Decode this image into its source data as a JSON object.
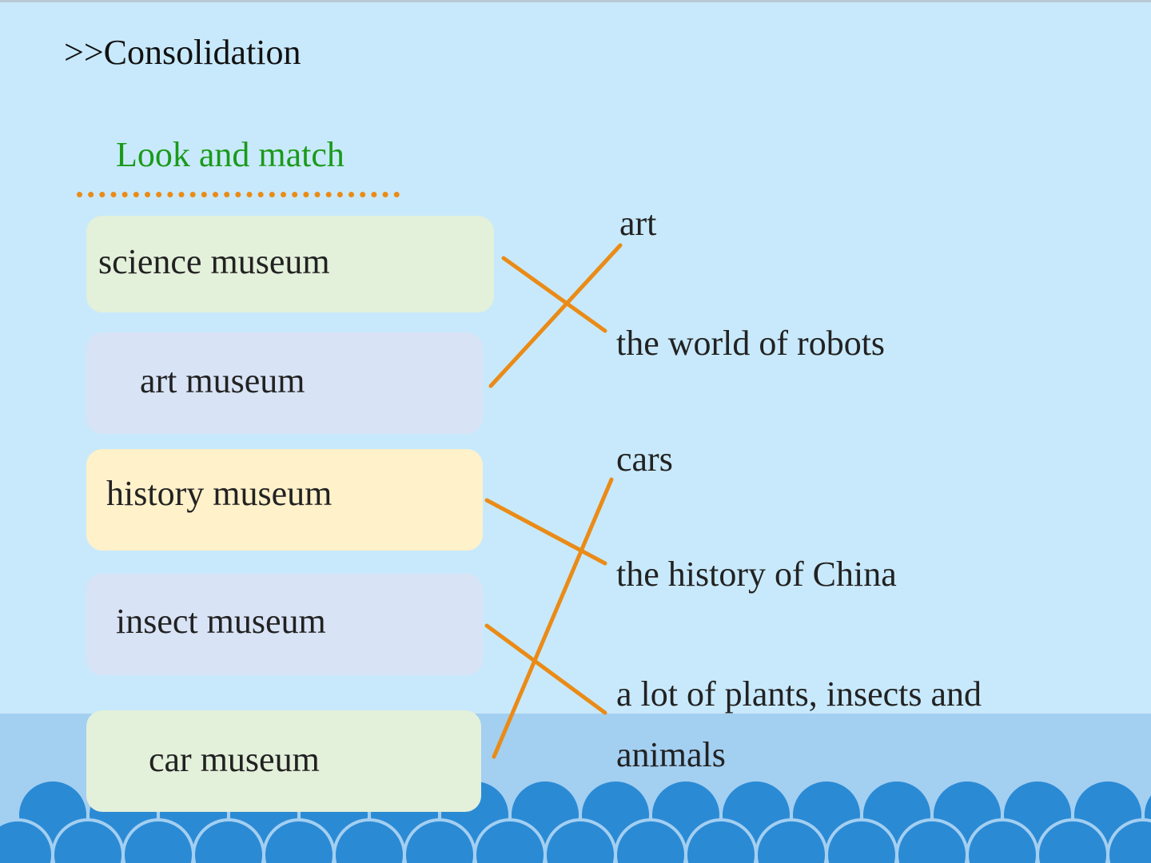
{
  "slide": {
    "heading": ">>Consolidation",
    "instruction": "Look and match"
  },
  "left_items": [
    {
      "label": "science museum"
    },
    {
      "label": "art museum"
    },
    {
      "label": "history museum"
    },
    {
      "label": "insect museum"
    },
    {
      "label": "car museum"
    }
  ],
  "right_items": [
    {
      "label": "art"
    },
    {
      "label": "the world of robots"
    },
    {
      "label": "cars"
    },
    {
      "label": "the history of China"
    },
    {
      "label": "a lot of plants, insects and"
    },
    {
      "label": "animals"
    }
  ],
  "matches": [
    {
      "museum": "science museum",
      "topic": "the world of robots"
    },
    {
      "museum": "art museum",
      "topic": "art"
    },
    {
      "museum": "history museum",
      "topic": "the history of China"
    },
    {
      "museum": "insect museum",
      "topic": "a lot of plants, insects and animals"
    },
    {
      "museum": "car museum",
      "topic": "cars"
    }
  ],
  "colors": {
    "background": "#c8e9fb",
    "sea": "#a3cff1",
    "wave": "#2b8ad4",
    "match_line": "#ea8b17",
    "instruction_text": "#1a9a1a",
    "box_green": "#e3f0da",
    "box_blue": "#d8e3f5",
    "box_yellow": "#fff1ca"
  }
}
